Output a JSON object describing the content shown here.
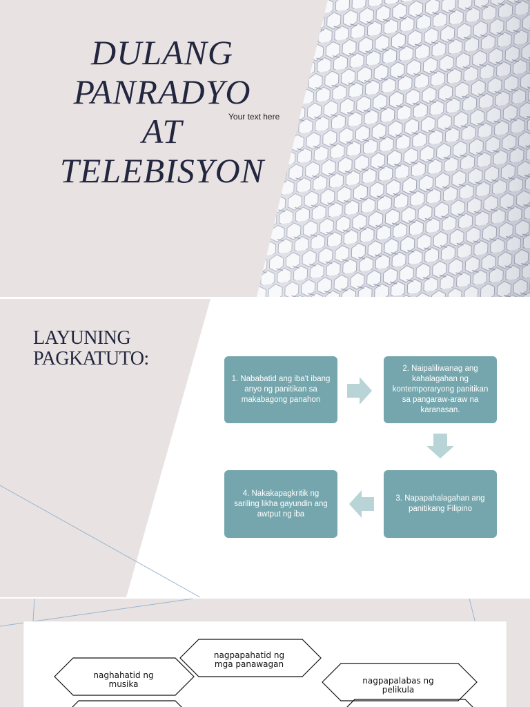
{
  "slide1": {
    "title_lines": [
      "DULANG",
      "PANRADYO",
      "AT",
      "TELEBISYON"
    ],
    "subtext": "Your text here",
    "colors": {
      "background": "#e8e3e2",
      "title": "#23263f"
    }
  },
  "slide2": {
    "heading_lines": [
      "LAYUNING",
      "PAGKATUTO:"
    ],
    "steps": [
      "1. Nababatid ang iba't ibang anyo ng panitikan sa makabagong panahon",
      "2. Naipaliliwanag ang kahalagahan ng kontemporaryong panitikan sa pangaraw-araw na karanasan.",
      "3. Napapahalagahan ang panitikang Filipino",
      "4. Nakakapagkritik ng sariling likha gayundin ang awtput ng iba"
    ],
    "colors": {
      "step_box": "#75a6ad",
      "arrow": "#b8d4d7"
    }
  },
  "slide3": {
    "hexagons": [
      "nagpapahatid ng mga panawagan",
      "naghahatid ng musika",
      "nagpapalabas ng pelikula"
    ]
  }
}
